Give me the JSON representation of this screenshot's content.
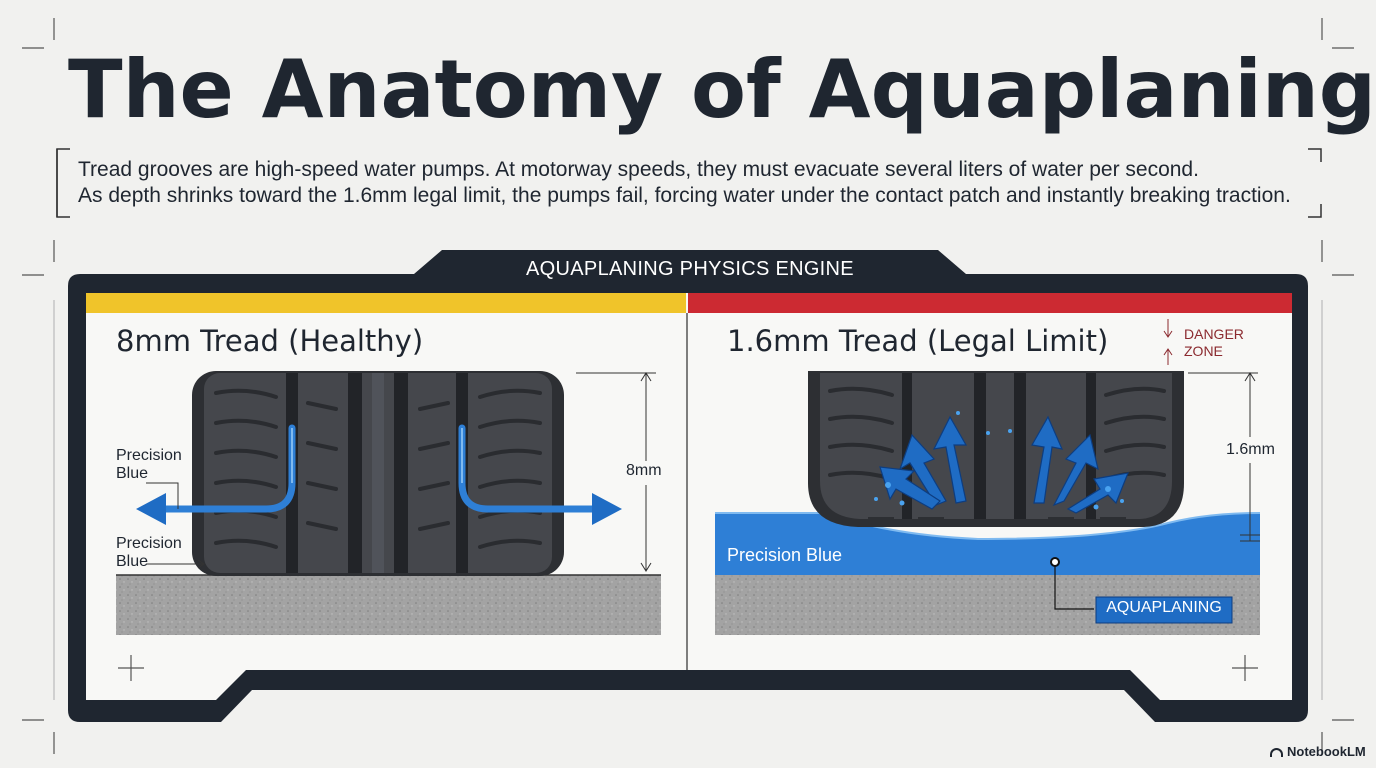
{
  "title": "The Anatomy of Aquaplaning",
  "description": {
    "line1": "Tread grooves are high-speed water pumps. At motorway speeds, they must evacuate several liters of water per second.",
    "line2": "As depth shrinks toward the 1.6mm legal limit, the pumps fail, forcing water under the contact patch and instantly breaking traction."
  },
  "engine_label": "AQUAPLANING PHYSICS ENGINE",
  "healthy": {
    "title": "8mm Tread (Healthy)",
    "depth_label": "8mm",
    "label_upper": "Precision Blue",
    "label_lower": "Precision Blue",
    "accent": "#f0c42a"
  },
  "limit": {
    "title": "1.6mm Tread (Legal Limit)",
    "depth_label": "1.6mm",
    "danger_line1": "DANGER",
    "danger_line2": "ZONE",
    "water_label": "Precision Blue",
    "aquaplaning_label": "AQUAPLANING",
    "accent": "#cc2a32"
  },
  "colors": {
    "frame": "#1f2630",
    "water": "#2e7fd6",
    "arrow": "#1f6cc4",
    "road": "#9a9a9a",
    "tire": "#3b3d41"
  },
  "brand": "NotebookLM"
}
